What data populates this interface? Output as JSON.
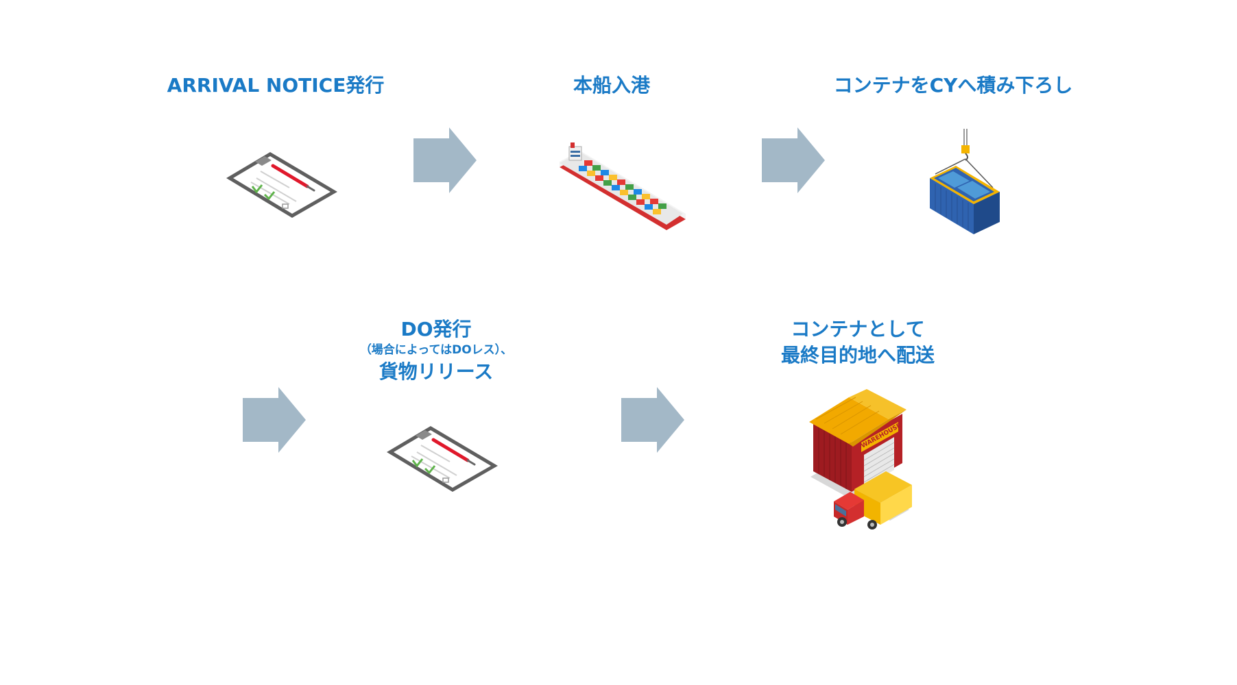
{
  "steps": {
    "arrival_notice": {
      "title": "ARRIVAL NOTICE発行"
    },
    "vessel_arrival": {
      "title": "本船入港"
    },
    "cy_unloading": {
      "title": "コンテナをCYへ積み下ろし"
    },
    "do_issue": {
      "title": "DO発行",
      "note": "（場合によってはDOレス）、",
      "title2": "貨物リリース"
    },
    "final_delivery": {
      "line1": "コンテナとして",
      "line2": "最終目的地へ配送"
    }
  },
  "warehouse_sign": "WAREHOUSE",
  "colors": {
    "label": "#1a7ac6",
    "arrow": "#a3b8c7",
    "hull": "#d32f2f",
    "container_blue": "#2f63b0",
    "roof": "#f4b400",
    "warehouse": "#b52126"
  }
}
